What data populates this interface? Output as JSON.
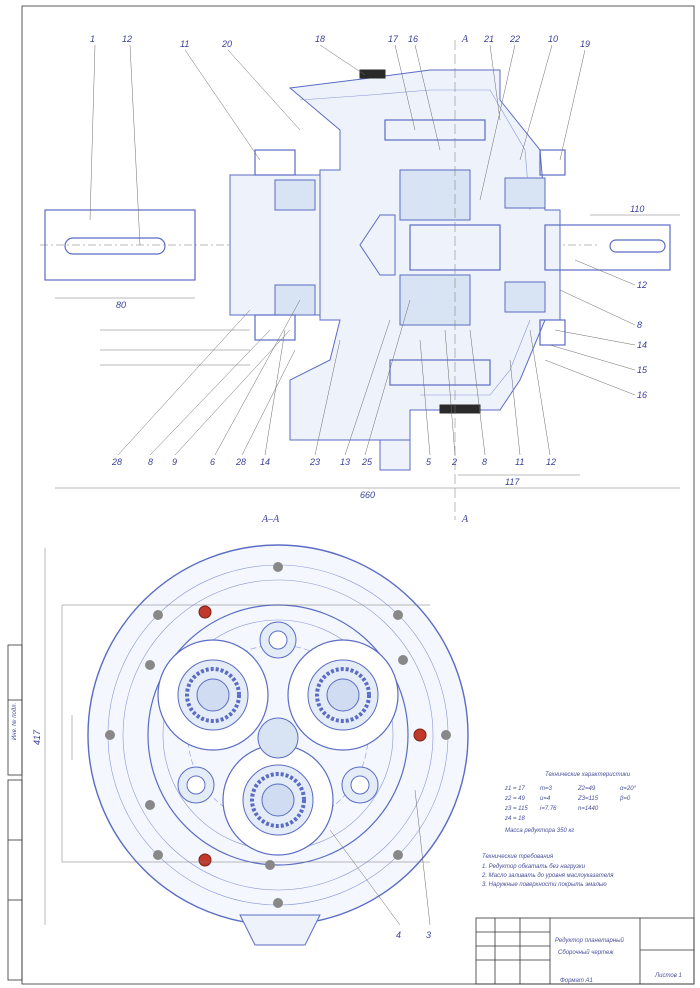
{
  "section_marks": {
    "a_top": "А",
    "a_bottom": "А",
    "section_title": "А–А"
  },
  "leader_labels": {
    "top": [
      "1",
      "12",
      "11",
      "20",
      "18",
      "17",
      "16",
      "21",
      "22",
      "10",
      "19"
    ],
    "bottom": [
      "28",
      "8",
      "9",
      "6",
      "28",
      "14",
      "23",
      "13",
      "25",
      "5",
      "2",
      "8",
      "11",
      "12"
    ],
    "right": [
      "12",
      "8",
      "14",
      "15",
      "16"
    ],
    "lower_view": [
      "4",
      "3"
    ]
  },
  "dimensions": {
    "shaft_left_len": "80",
    "overall_len": "660",
    "right_len": "117",
    "shaft_right_len": "110",
    "vertical_height": "417"
  },
  "spec_table": {
    "title": "Технические характеристики",
    "rows": [
      [
        "z1 = 17",
        "m=3",
        "Z2=49",
        "α=20°"
      ],
      [
        "z2 = 49",
        "u=4",
        "Z3=115",
        "β=0"
      ],
      [
        "z3 = 115",
        "i=7.76",
        "n=1440",
        ""
      ],
      [
        "z4 = 18",
        "",
        "",
        ""
      ]
    ],
    "footer": "Масса редуктора 350 кг"
  },
  "notes": {
    "title": "Технические требования",
    "lines": [
      "1. Редуктор обкатать без нагрузки",
      "2. Масло заливать до уровня маслоуказателя",
      "3. Наружные поверхности покрыть эмалью"
    ]
  },
  "title_block": {
    "name_line1": "Редуктор планетарный",
    "name_line2": "Сборочный чертеж",
    "sheet": "Листов 1",
    "format": "Формат А1"
  },
  "side_stamp": {
    "text": "Инв. № подл."
  }
}
